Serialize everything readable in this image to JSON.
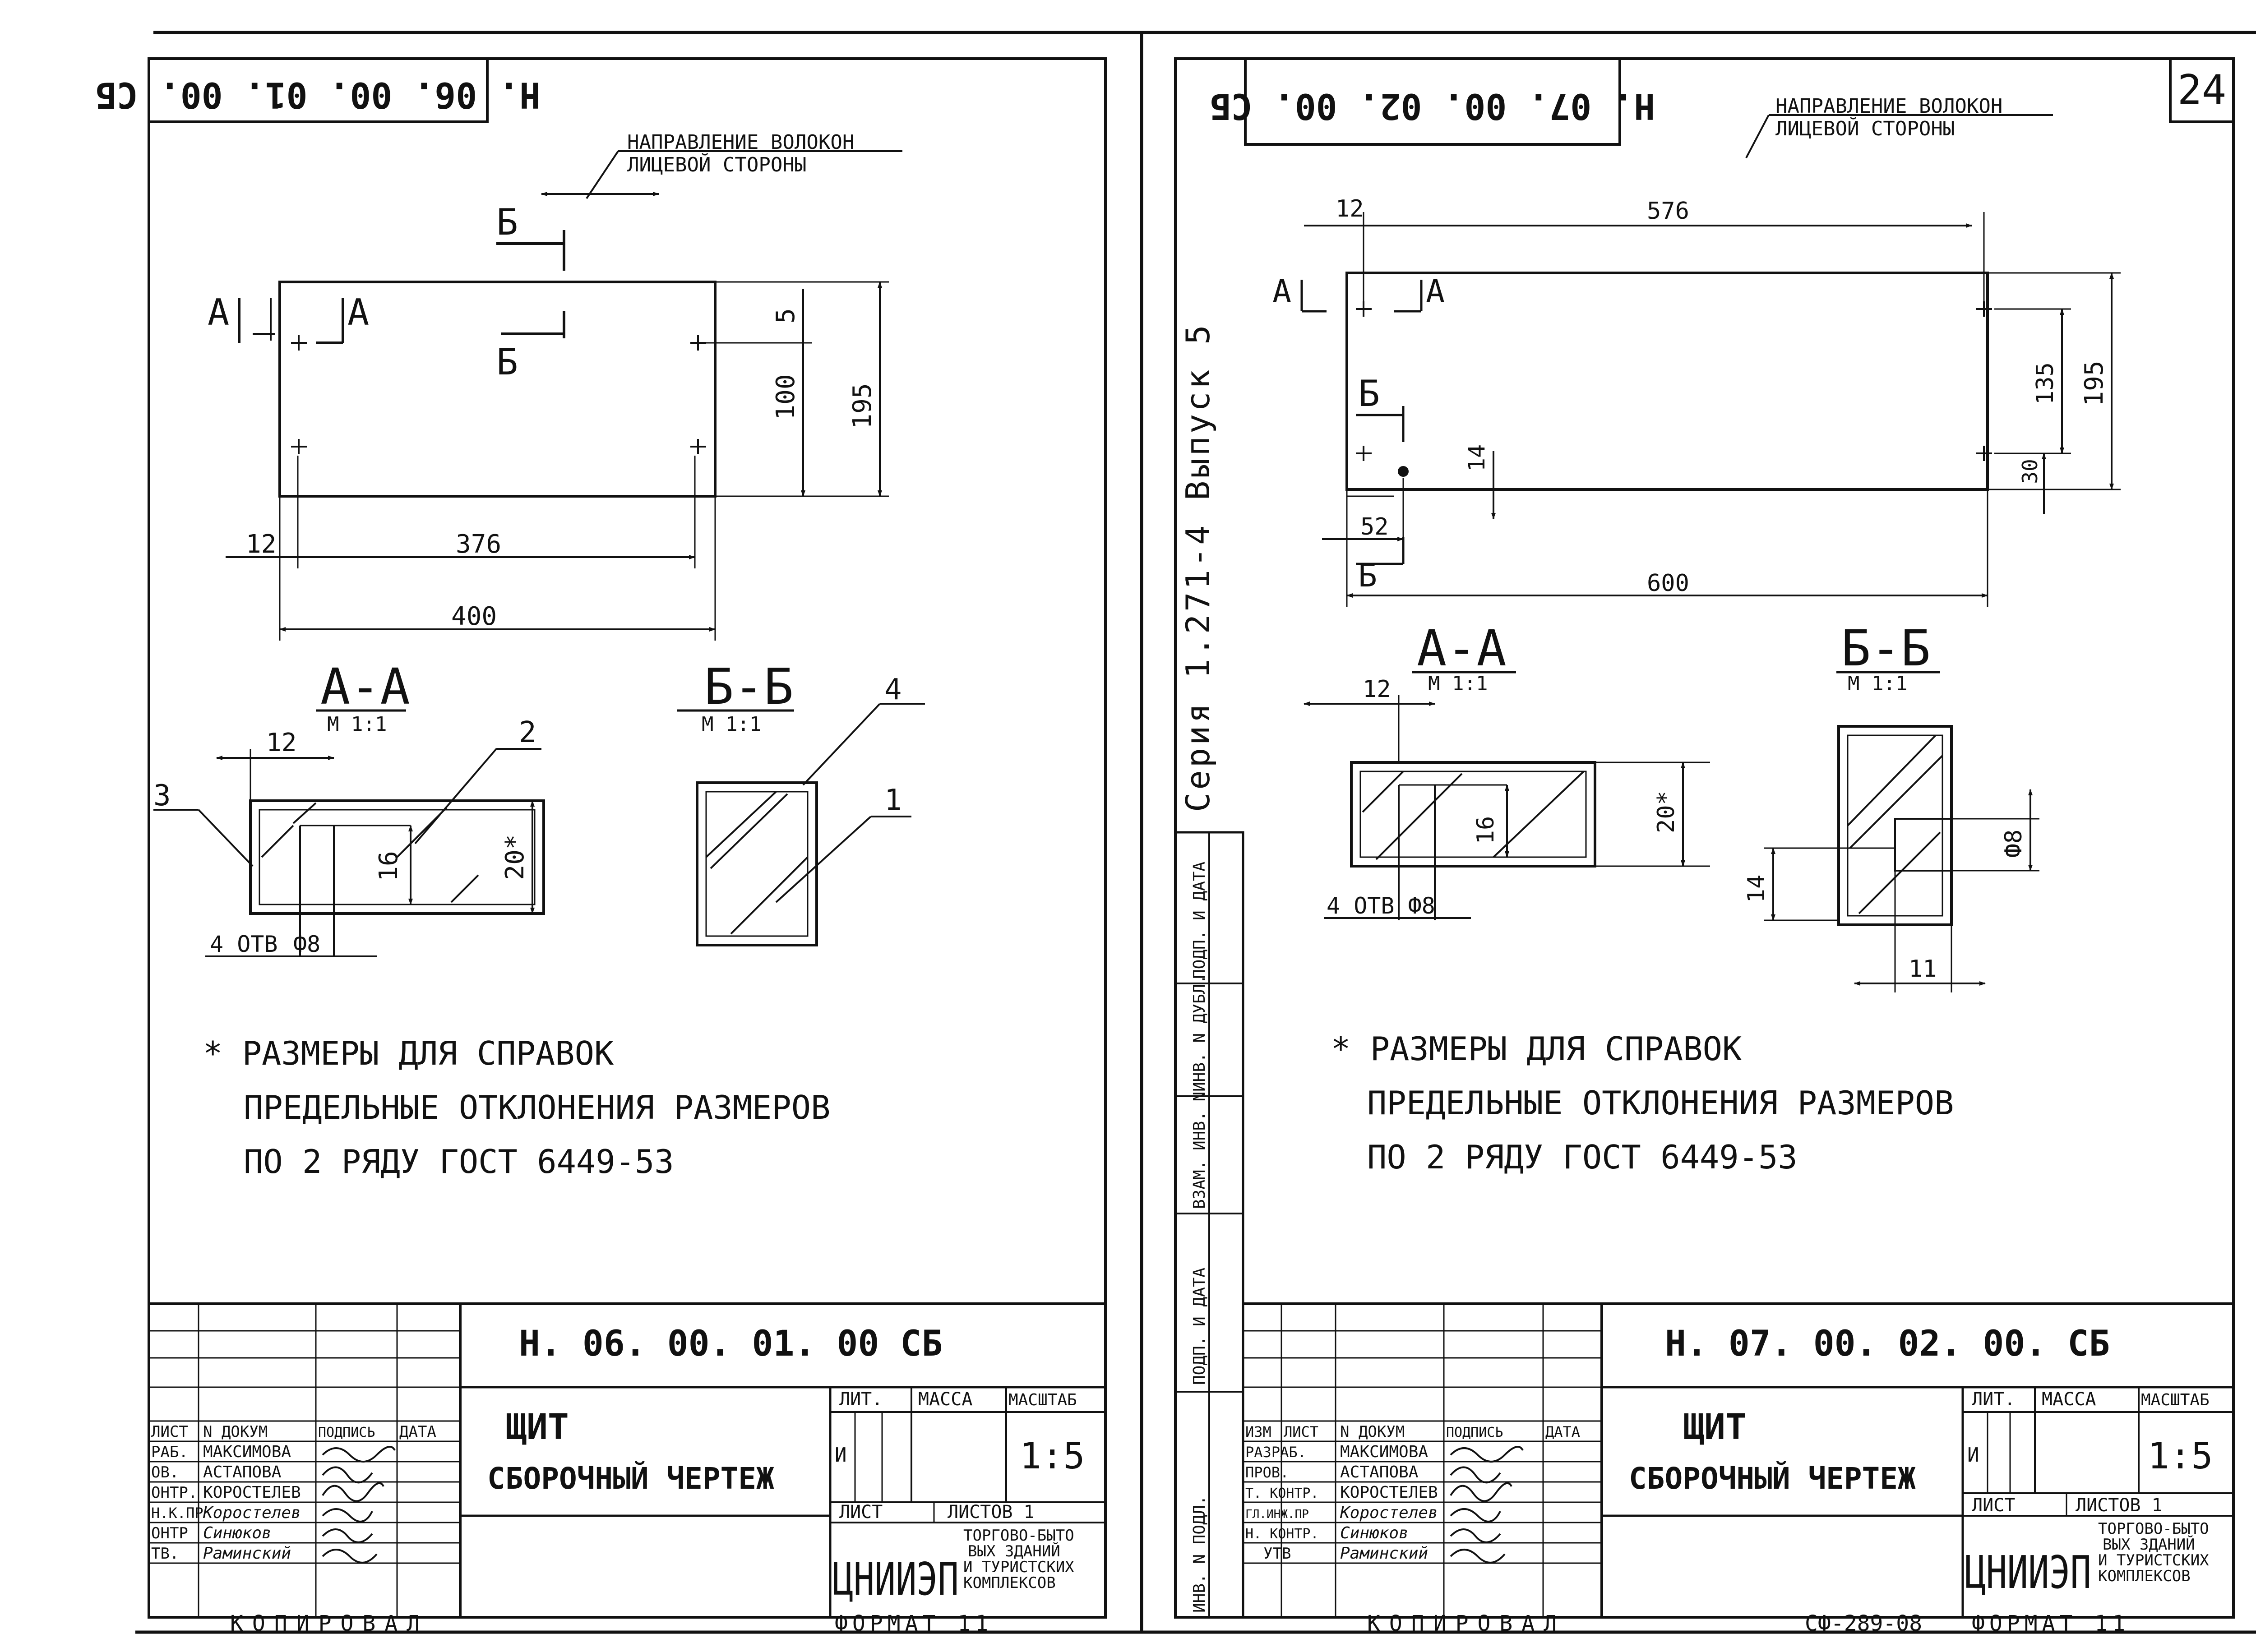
{
  "left_sheet": {
    "designation_mirrored": "Н. 06. 00. 01. 00. СБ",
    "grain_note_line1": "НАПРАВЛЕНИЕ ВОЛОКОН",
    "grain_note_line2": "ЛИЦЕВОЙ СТОРОНЫ",
    "view_labels": {
      "a": "А",
      "b": "Б"
    },
    "dims": {
      "d12": "12",
      "d376": "376",
      "d400": "400",
      "d5": "5",
      "d100": "100",
      "d195": "195"
    },
    "section_aa": {
      "title": "А-А",
      "scale": "М 1:1",
      "d12": "12",
      "d16": "16",
      "d20": "20*",
      "holes": "4 ОТВ",
      "dia": "Ф8",
      "callout2": "2",
      "callout3": "3"
    },
    "section_bb": {
      "title": "Б-Б",
      "scale": "М 1:1",
      "callout4": "4",
      "callout1": "1"
    },
    "notes": [
      "* РАЗМЕРЫ ДЛЯ СПРАВОК",
      "ПРЕДЕЛЬНЫЕ ОТКЛОНЕНИЯ РАЗМЕРОВ",
      "ПО 2 РЯДУ ГОСТ 6449-53"
    ],
    "title_block": {
      "designation": "Н. 06. 00. 01. 00 СБ",
      "name": "ЩИТ",
      "doc_type": "СБОРОЧНЫЙ ЧЕРТЕЖ",
      "head": {
        "sheet": "ЛИСТ",
        "doc_no": "N ДОКУМ",
        "sign": "ПОДПИСЬ",
        "date": "ДАТА"
      },
      "rows": [
        {
          "role": "РАБ.",
          "name": "МАКСИМОВА"
        },
        {
          "role": "ОВ.",
          "name": "АСТАПОВА"
        },
        {
          "role": "ОНТР.",
          "name": "КОРОСТЕЛЕВ"
        },
        {
          "role": "Н.К.ПР",
          "name": "Коростелев"
        },
        {
          "role": "ОНТР",
          "name": "Синюков"
        },
        {
          "role": "ТВ.",
          "name": "Раминский"
        }
      ],
      "lit": "ЛИТ.",
      "mass": "МАССА",
      "scale_label": "МАСШТАБ",
      "lit_value": "И",
      "scale_value": "1:5",
      "sheet_label": "ЛИСТ",
      "sheets_label": "ЛИСТОВ 1",
      "org_logo": "ЦНИИЭП",
      "org_text": [
        "ТОРГОВО-БЫТО",
        "ВЫХ ЗДАНИЙ",
        "И ТУРИСТСКИХ",
        "КОМПЛЕКСОВ"
      ]
    },
    "copied": "КОПИРОВАЛ",
    "format": "ФОРМАТ 11"
  },
  "right_sheet": {
    "designation_mirrored": "Н. 07. 00. 02. 00. СБ",
    "page_number": "24",
    "grain_note_line1": "НАПРАВЛЕНИЕ ВОЛОКОН",
    "grain_note_line2": "ЛИЦЕВОЙ СТОРОНЫ",
    "series_text": "Серия 1.271-4 Выпуск 5",
    "view_labels": {
      "a": "А",
      "b": "Б"
    },
    "dims": {
      "d12": "12",
      "d576": "576",
      "d600": "600",
      "d52": "52",
      "d14": "14",
      "d135": "135",
      "d30": "30",
      "d195": "195"
    },
    "section_aa": {
      "title": "А-А",
      "scale": "М 1:1",
      "d12": "12",
      "d16": "16",
      "d20": "20*",
      "holes": "4 ОТВ Ф8"
    },
    "section_bb": {
      "title": "Б-Б",
      "scale": "М 1:1",
      "d14": "14",
      "dia": "Ф8",
      "d11": "11"
    },
    "notes": [
      "* РАЗМЕРЫ ДЛЯ СПРАВОК",
      "ПРЕДЕЛЬНЫЕ ОТКЛОНЕНИЯ РАЗМЕРОВ",
      "ПО 2 РЯДУ ГОСТ 6449-53"
    ],
    "side_stamp": [
      "ИНВ. N ПОДЛ.",
      "ПОДП. И ДАТА",
      "ВЗАМ. ИНВ. N",
      "ИНВ. N ДУБЛ.",
      "ПОДП. И ДАТА"
    ],
    "title_block": {
      "designation": "Н. 07. 00. 02. 00. СБ",
      "name": "ЩИТ",
      "doc_type": "СБОРОЧНЫЙ ЧЕРТЕЖ",
      "head": {
        "change": "ИЗМ",
        "sheet": "ЛИСТ",
        "doc_no": "N ДОКУМ",
        "sign": "ПОДПИСЬ",
        "date": "ДАТА"
      },
      "rows": [
        {
          "role": "РАЗРАБ.",
          "name": "МАКСИМОВА"
        },
        {
          "role": "ПРОВ.",
          "name": "АСТАПОВА"
        },
        {
          "role": "Т. КОНТР.",
          "name": "КОРОСТЕЛЕВ"
        },
        {
          "role": "ГЛ.ИНЖ.ПР",
          "name": "Коростелев"
        },
        {
          "role": "Н. КОНТР.",
          "name": "Синюков"
        },
        {
          "role": "УТВ",
          "name": "Раминский"
        }
      ],
      "lit": "ЛИТ.",
      "mass": "МАССА",
      "scale_label": "МАСШТАБ",
      "lit_value": "И",
      "scale_value": "1:5",
      "sheet_label": "ЛИСТ",
      "sheets_label": "ЛИСТОВ 1",
      "org_logo": "ЦНИИЭП",
      "org_text": [
        "ТОРГОВО-БЫТО",
        "ВЫХ ЗДАНИЙ",
        "И ТУРИСТСКИХ",
        "КОМПЛЕКСОВ"
      ]
    },
    "copied": "КОПИРОВАЛ",
    "inventory": "СФ-289-08",
    "format": "ФОРМАТ 11"
  }
}
